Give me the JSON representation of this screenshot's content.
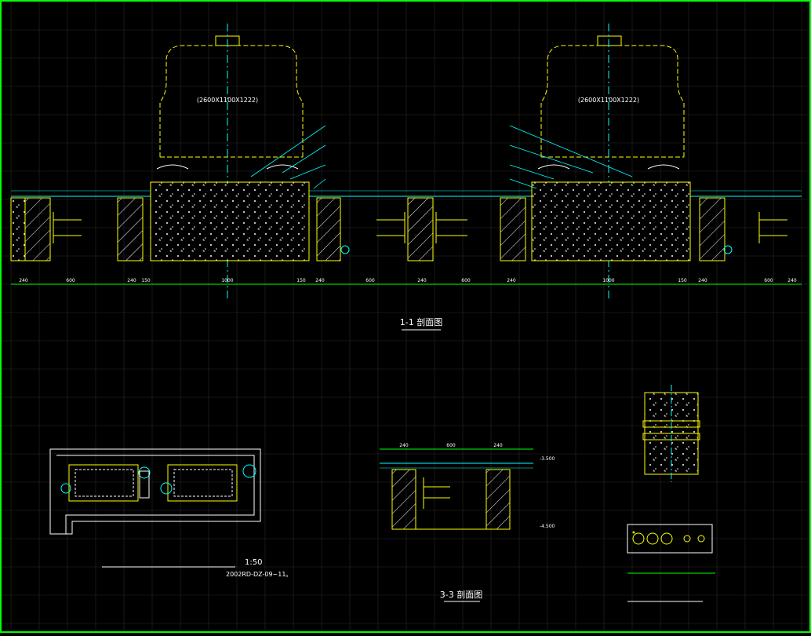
{
  "drawing": {
    "title_1_1": "1-1 剖面图",
    "title_3_3": "3-3 剖面图",
    "scale_plan": "1:50",
    "note_ref": "2002RD-DZ-09~11。",
    "tag_left_unit_dim": "(2600X1100X1222)",
    "tag_right_unit_dim": "(2600X1100X1222)",
    "dim_3_3_elev_top": "-3.500",
    "dim_3_3_elev_bot": "-4.500",
    "dim_3_3_top": [
      "240",
      "600",
      "240"
    ],
    "dims_section_1_1": [
      "240",
      "600",
      "240",
      "150",
      "1000",
      "150",
      "240",
      "600",
      "240",
      "600",
      "240",
      "1000",
      "150",
      "240",
      "600",
      "240"
    ]
  },
  "colors": {
    "frame": "#00ff00",
    "grid": "#2a2a2a",
    "yellow": "#ffff00",
    "cyan": "#00ffff",
    "white": "#ffffff",
    "green": "#00ff00",
    "red": "#ff3333"
  }
}
